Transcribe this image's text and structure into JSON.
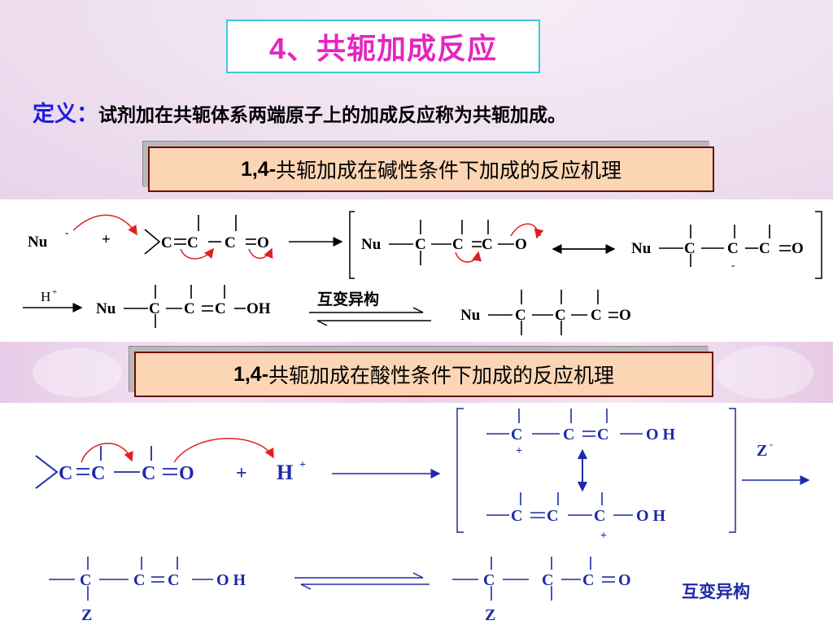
{
  "title": "4、共轭加成反应",
  "definition": {
    "term": "定义：",
    "text": "试剂加在共轭体系两端原子上的加成反应称为共轭加成。"
  },
  "basic_mechanism": {
    "prefix": "1,4-",
    "label": "共轭加成在碱性条件下加成的反应机理",
    "tautomerism_label": "互变异构",
    "acid_reagent": "H",
    "nucleophile": "Nu"
  },
  "acid_mechanism": {
    "prefix": "1,4-",
    "label": "共轭加成在酸性条件下加成的反应机理",
    "tautomerism_label": "互变异构",
    "reagent": "H",
    "nucleophile": "Z"
  },
  "colors": {
    "title": "#e426c0",
    "definition_term": "#1d1be0",
    "mechanism_box_fill": "#fcd5b4",
    "mechanism_box_border": "#6a0e0e",
    "acid_scheme": "#1e2aa8",
    "curved_arrows": "#e02020"
  }
}
